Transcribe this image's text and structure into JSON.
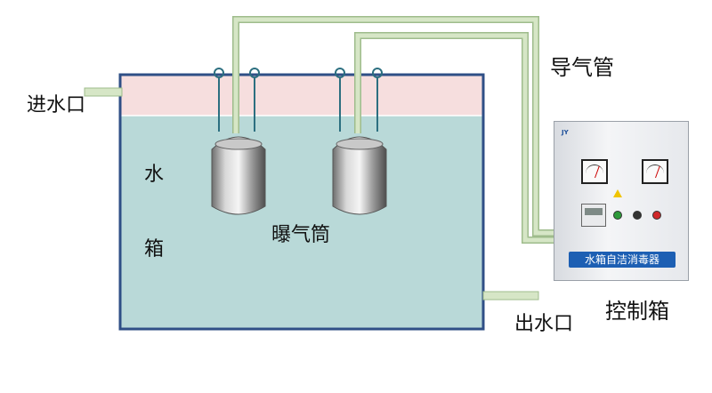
{
  "labels": {
    "inlet": "进水口",
    "outlet": "出水口",
    "air_pipe": "导气管",
    "control_box": "控制箱",
    "tank_char1": "水",
    "tank_char2": "箱",
    "aerator": "曝气筒"
  },
  "device": {
    "plate_text": "水箱自洁消毒器",
    "brand": "JY"
  },
  "colors": {
    "water": "#b9d9d8",
    "air_gap": "#f6dede",
    "tank_border": "#2f4f86",
    "pipe": "#d6e6c6",
    "pipe_edge": "#9fbc8c",
    "wire": "#2c6f80",
    "plate": "#1d5fb3"
  }
}
